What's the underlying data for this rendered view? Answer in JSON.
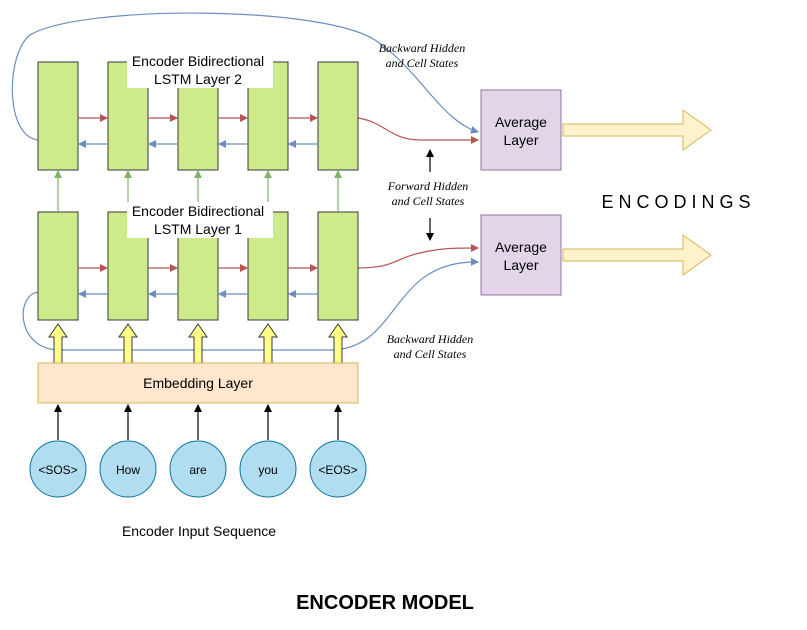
{
  "colors": {
    "lstm_fill": "#cdeb8b",
    "lstm_stroke": "#36393d",
    "forward_arrow": "#b85450",
    "backward_arrow": "#6c8ebf",
    "embedding_fill": "#ffe6cc",
    "embedding_stroke": "#d6b656",
    "avg_fill": "#e1d5e7",
    "avg_stroke": "#9673a6",
    "token_fill": "#b1ddf0",
    "token_stroke": "#10739e",
    "output_arrow_fill": "#fff2cc",
    "output_arrow_stroke": "#d6b656",
    "up_arrow_fill": "#ffff88",
    "up_arrow_stroke": "#36393d",
    "vertical_green": "#82b366"
  },
  "layer2": {
    "label_line1": "Encoder Bidirectional",
    "label_line2": "LSTM Layer 2"
  },
  "layer1": {
    "label_line1": "Encoder Bidirectional",
    "label_line2": "LSTM Layer 1"
  },
  "embedding": {
    "label": "Embedding Layer"
  },
  "tokens": [
    "<SOS>",
    "How",
    "are",
    "you",
    "<EOS>"
  ],
  "input_caption": "Encoder Input Sequence",
  "avg_top": {
    "line1": "Average",
    "line2": "Layer"
  },
  "avg_bottom": {
    "line1": "Average",
    "line2": "Layer"
  },
  "annotations": {
    "backward_top": {
      "line1": "Backward Hidden",
      "line2": "and Cell States"
    },
    "forward_mid": {
      "line1": "Forward Hidden",
      "line2": "and Cell States"
    },
    "backward_bottom": {
      "line1": "Backward Hidden",
      "line2": "and Cell States"
    }
  },
  "encodings_label": "E N C O D I N G S",
  "title": "ENCODER MODEL"
}
